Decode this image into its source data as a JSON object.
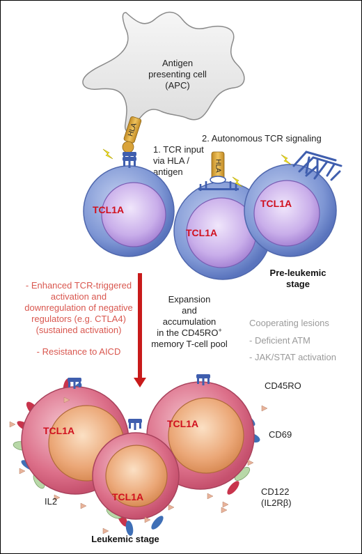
{
  "apc": {
    "line1": "Antigen",
    "line2": "presenting cell",
    "line3": "(APC)"
  },
  "hla_label": "HLA",
  "step1": {
    "line1": "1. TCR input",
    "line2": "via HLA /",
    "line3": "antigen"
  },
  "step2": "2. Autonomous TCR signaling",
  "tcl1a": "TCL1A",
  "preleukemic": {
    "line1": "Pre-leukemic",
    "line2": "stage"
  },
  "effects": {
    "line1": "- Enhanced TCR-triggered",
    "line2": "activation and",
    "line3": "downregulation of negative",
    "line4": "regulators (e.g. CTLA4)",
    "line5": "(sustained activation)",
    "line6": "- Resistance to AICD"
  },
  "expansion": {
    "line1": "Expansion",
    "line2": "and",
    "line3": "accumulation",
    "line4": "in the CD45RO",
    "line4_sup": "+",
    "line5": "memory T-cell pool"
  },
  "cooperating": {
    "title": "Cooperating lesions",
    "item1": "- Deficient ATM",
    "item2": "- JAK/STAT activation"
  },
  "markers": {
    "cd45ro": "CD45RO",
    "cd69": "CD69",
    "cd122": "CD122",
    "il2rb": "(IL2Rβ)",
    "il2": "IL2"
  },
  "leukemic": "Leukemic stage",
  "colors": {
    "tcl1a_text": "#d0101e",
    "effects_text": "#d9574f",
    "cooperating_text": "#9a9a9a",
    "blue_cell": "#6f88cc",
    "purple_nucleus": "#c6a8e6",
    "pink_cell": "#d9637f",
    "orange_nucleus": "#e7a06f",
    "tcr_blue": "#3f5eae",
    "hla_gold": "#d8a63a",
    "arrow_red": "#c81a1a",
    "lightning": "#f3e42a"
  }
}
